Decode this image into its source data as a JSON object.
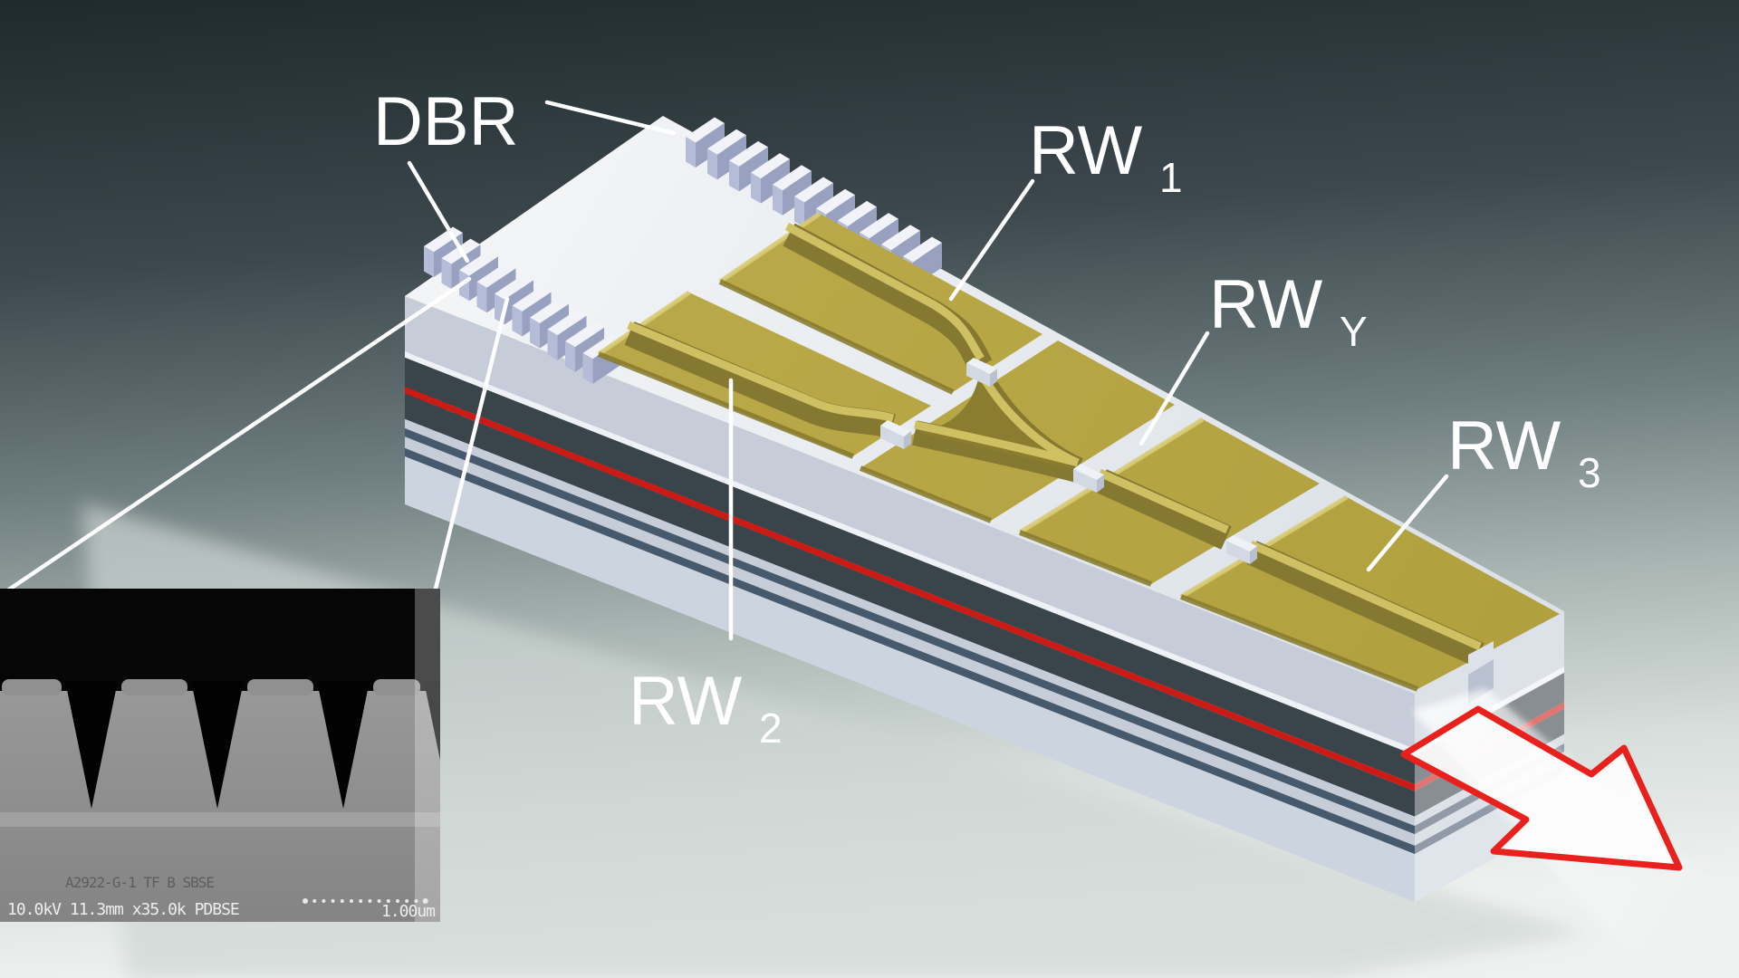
{
  "figure": {
    "description": "3D schematic of a Y-branch DBR diode laser chip",
    "labels": {
      "dbr": "DBR",
      "rw1_base": "RW",
      "rw1_sub": "1",
      "rwy_base": "RW",
      "rwy_sub": "Y",
      "rw2_base": "RW",
      "rw2_sub": "2",
      "rw3_base": "RW",
      "rw3_sub": "3"
    },
    "sem_inset": {
      "info_text": "10.0kV 11.3mm x35.0k PDBSE",
      "scale_text": "1.00um",
      "sample_text": "A2922-G-1 TF B SBSE"
    },
    "colors": {
      "gold_pad": "#b3a240",
      "gold_pad_light": "#bcab4a",
      "gold_ridge_dark": "#857831",
      "gold_ridge_light": "#cfc163",
      "active_layer_red": "#cc1a14",
      "arrow_red": "#e8211d",
      "label_white": "#ffffff",
      "cladding_gray": "#c6cdd9",
      "core_charcoal": "#3a444b",
      "navy_layer": "#47596d",
      "substrate": "#ccd4e0"
    }
  }
}
